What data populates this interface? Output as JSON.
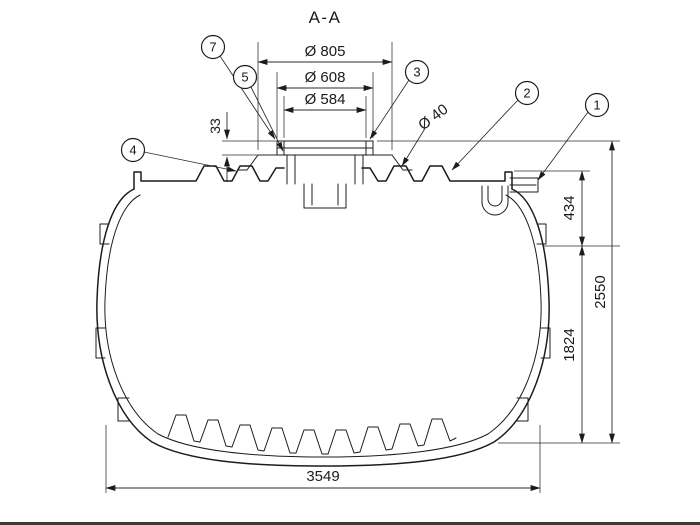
{
  "drawing": {
    "section_label": "A-A",
    "dims": {
      "dia805": "Ø 805",
      "dia608": "Ø 608",
      "dia584": "Ø 584",
      "lid_height": "33",
      "dia40": "Ø 40",
      "h434": "434",
      "h1824": "1824",
      "h2550": "2550",
      "w3549": "3549"
    },
    "balloons": {
      "b1": "1",
      "b2": "2",
      "b3": "3",
      "b4": "4",
      "b5": "5",
      "b7": "7"
    },
    "colors": {
      "line": "#1c1c1c",
      "background": "#ffffff"
    }
  }
}
